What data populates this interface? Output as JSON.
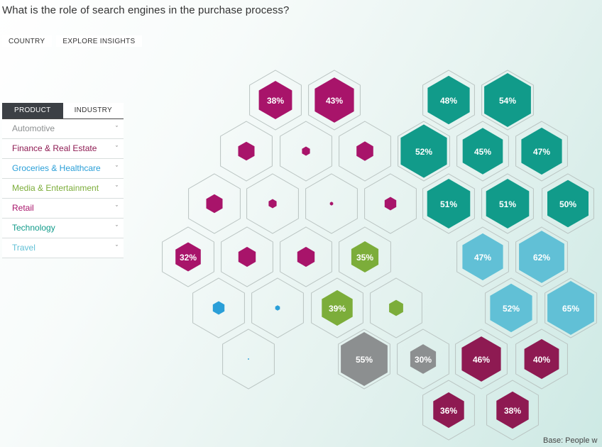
{
  "title": "What is the role of search engines in the purchase process?",
  "top_tabs": [
    "COUNTRY",
    "EXPLORE INSIGHTS"
  ],
  "mode_tabs": {
    "product": "PRODUCT",
    "industry": "INDUSTRY",
    "active": "product"
  },
  "categories": [
    {
      "label": "Automotive",
      "color": "#8c8f90"
    },
    {
      "label": "Finance & Real Estate",
      "color": "#8e1a52"
    },
    {
      "label": "Groceries & Healthcare",
      "color": "#2a9fd8"
    },
    {
      "label": "Media & Entertainment",
      "color": "#7cad3a"
    },
    {
      "label": "Retail",
      "color": "#a8146a"
    },
    {
      "label": "Technology",
      "color": "#119b8a"
    },
    {
      "label": "Travel",
      "color": "#61c0d6"
    }
  ],
  "base_note": "Base: People w",
  "hex_cells": [
    {
      "category": "Retail",
      "fill": 0.71,
      "label": "38%"
    },
    {
      "category": "Retail",
      "fill": 0.84,
      "label": "43%"
    },
    {
      "category": "Technology",
      "fill": 0.9,
      "label": "48%"
    },
    {
      "category": "Technology",
      "fill": 1.0,
      "label": "54%"
    },
    {
      "category": "Retail",
      "fill": 0.35,
      "label": ""
    },
    {
      "category": "Retail",
      "fill": 0.17,
      "label": ""
    },
    {
      "category": "Retail",
      "fill": 0.36,
      "label": ""
    },
    {
      "category": "Technology",
      "fill": 0.99,
      "label": "52%"
    },
    {
      "category": "Technology",
      "fill": 0.86,
      "label": "45%"
    },
    {
      "category": "Technology",
      "fill": 0.87,
      "label": "47%"
    },
    {
      "category": "Retail",
      "fill": 0.35,
      "label": ""
    },
    {
      "category": "Retail",
      "fill": 0.17,
      "label": ""
    },
    {
      "category": "Retail",
      "fill": 0.07,
      "label": ""
    },
    {
      "category": "Retail",
      "fill": 0.25,
      "label": ""
    },
    {
      "category": "Technology",
      "fill": 0.92,
      "label": "51%"
    },
    {
      "category": "Technology",
      "fill": 0.92,
      "label": "51%"
    },
    {
      "category": "Technology",
      "fill": 0.88,
      "label": "50%"
    },
    {
      "category": "Retail",
      "fill": 0.54,
      "label": "32%"
    },
    {
      "category": "Retail",
      "fill": 0.37,
      "label": ""
    },
    {
      "category": "Retail",
      "fill": 0.37,
      "label": ""
    },
    {
      "category": "Media & Entertainment",
      "fill": 0.58,
      "label": "35%"
    },
    {
      "category": "Travel",
      "fill": 0.87,
      "label": "47%"
    },
    {
      "category": "Travel",
      "fill": 0.97,
      "label": "62%"
    },
    {
      "category": "Groceries & Healthcare",
      "fill": 0.25,
      "label": ""
    },
    {
      "category": "Groceries & Healthcare",
      "fill": 0.1,
      "label": ""
    },
    {
      "category": "Media & Entertainment",
      "fill": 0.66,
      "label": "39%"
    },
    {
      "category": "Media & Entertainment",
      "fill": 0.3,
      "label": ""
    },
    {
      "category": "Travel",
      "fill": 0.9,
      "label": "52%"
    },
    {
      "category": "Travel",
      "fill": 1.0,
      "label": "65%"
    },
    {
      "category": "Groceries & Healthcare",
      "fill": 0.02,
      "label": ""
    },
    {
      "category": "Automotive",
      "fill": 1.0,
      "label": "55%"
    },
    {
      "category": "Automotive",
      "fill": 0.55,
      "label": "30%"
    },
    {
      "category": "Finance & Real Estate",
      "fill": 0.84,
      "label": "46%"
    },
    {
      "category": "Finance & Real Estate",
      "fill": 0.74,
      "label": "40%"
    },
    {
      "category": "Finance & Real Estate",
      "fill": 0.66,
      "label": "36%"
    },
    {
      "category": "Finance & Real Estate",
      "fill": 0.69,
      "label": "38%"
    }
  ]
}
